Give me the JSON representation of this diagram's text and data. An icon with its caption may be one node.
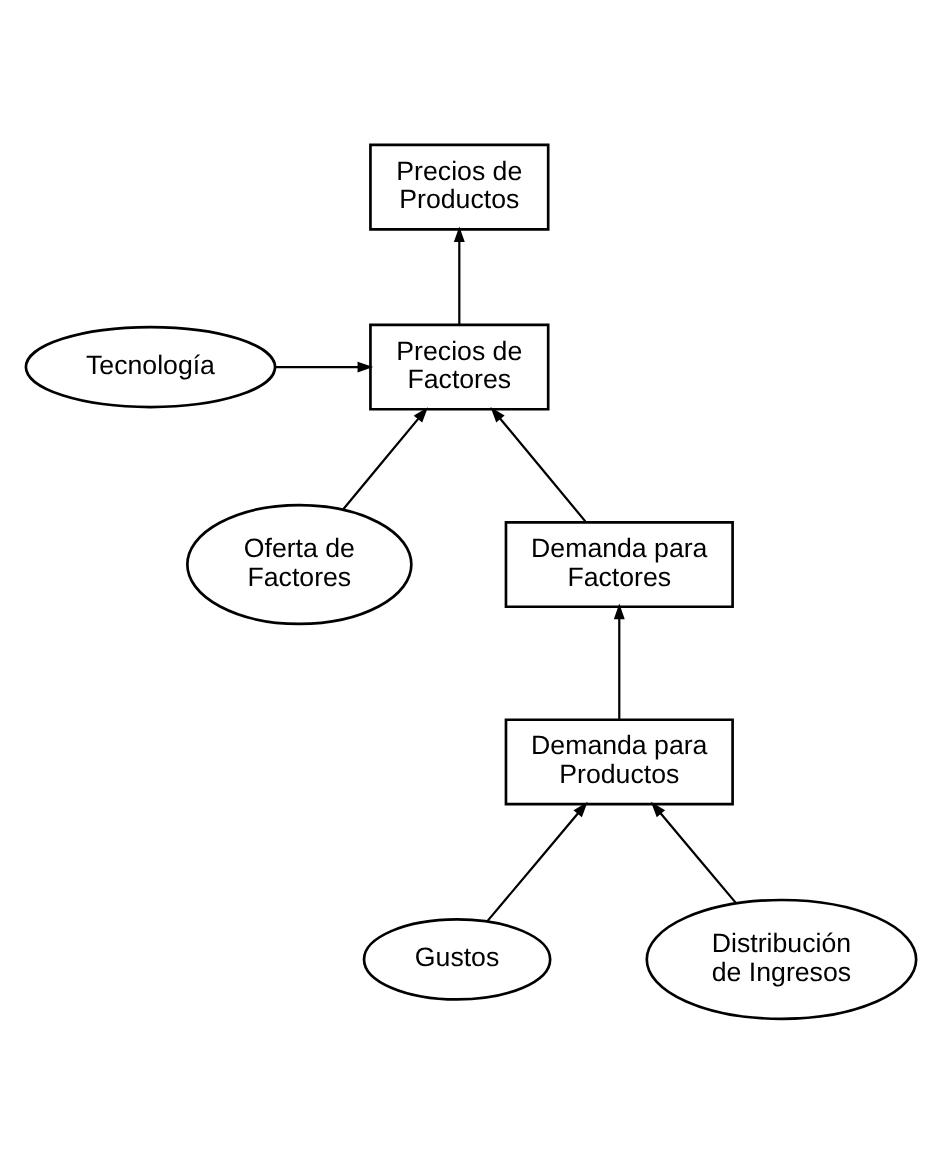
{
  "diagram": {
    "nodes": [
      {
        "text": [
          "Precios de Productos"
        ]
      },
      {
        "text": [
          "Tecnología"
        ]
      },
      {
        "text": [
          "Precios de Factores"
        ]
      },
      {
        "text": [
          "Oferta de Factores"
        ]
      },
      {
        "text": [
          "Demanda para Factores"
        ]
      },
      {
        "text": [
          "Demanda para Productos"
        ]
      },
      {
        "text": [
          "Gustos"
        ]
      },
      {
        "text": [
          "Distribución de Ingresos"
        ]
      }
    ],
    "edges": [
      {
        "from": 2,
        "to": 0,
        "arrow": "to"
      },
      {
        "from": 1,
        "to": 2,
        "arrow": "to"
      },
      {
        "from": 3,
        "to": 2,
        "arrow": "to"
      },
      {
        "from": 4,
        "to": 2,
        "arrow": "to"
      },
      {
        "from": 5,
        "to": 4,
        "arrow": "to"
      },
      {
        "from": 6,
        "to": 5,
        "arrow": "to"
      },
      {
        "from": 7,
        "to": 5,
        "arrow": "to"
      }
    ]
  }
}
